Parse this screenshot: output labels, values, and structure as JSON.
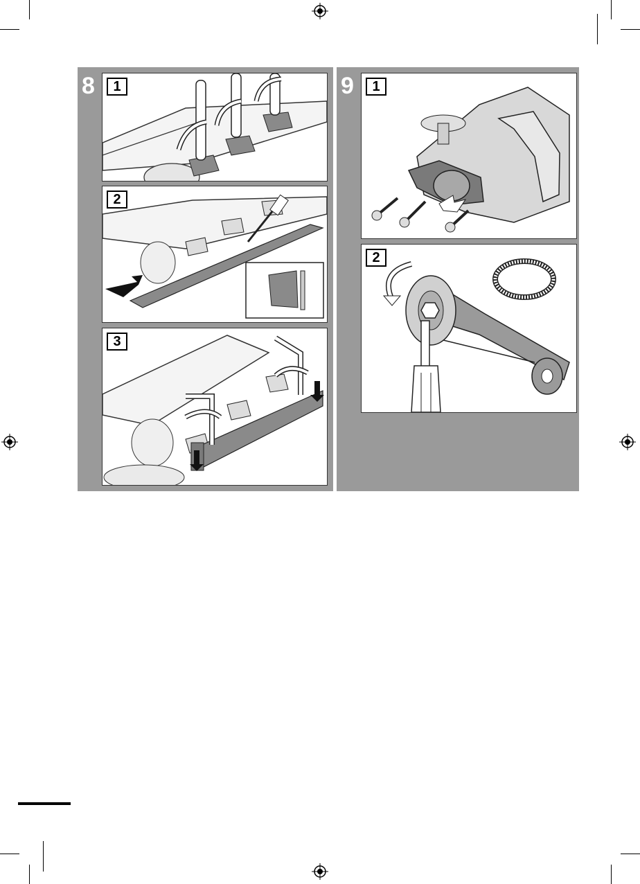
{
  "figures": [
    {
      "number": "8",
      "steps": [
        {
          "label": "1",
          "icon": "wrench-icon"
        },
        {
          "label": "2",
          "icon": "screwdriver-icon"
        },
        {
          "label": "3",
          "icon": "allen-key-icon"
        }
      ]
    },
    {
      "number": "9",
      "steps": [
        {
          "label": "1",
          "icon": "saw-housing-icon"
        },
        {
          "label": "2",
          "icon": "belt-pulley-icon"
        }
      ]
    }
  ],
  "colors": {
    "panel": "#9a9a9a",
    "part_dark": "#7a7a7a",
    "part_light": "#d8d8d8"
  }
}
